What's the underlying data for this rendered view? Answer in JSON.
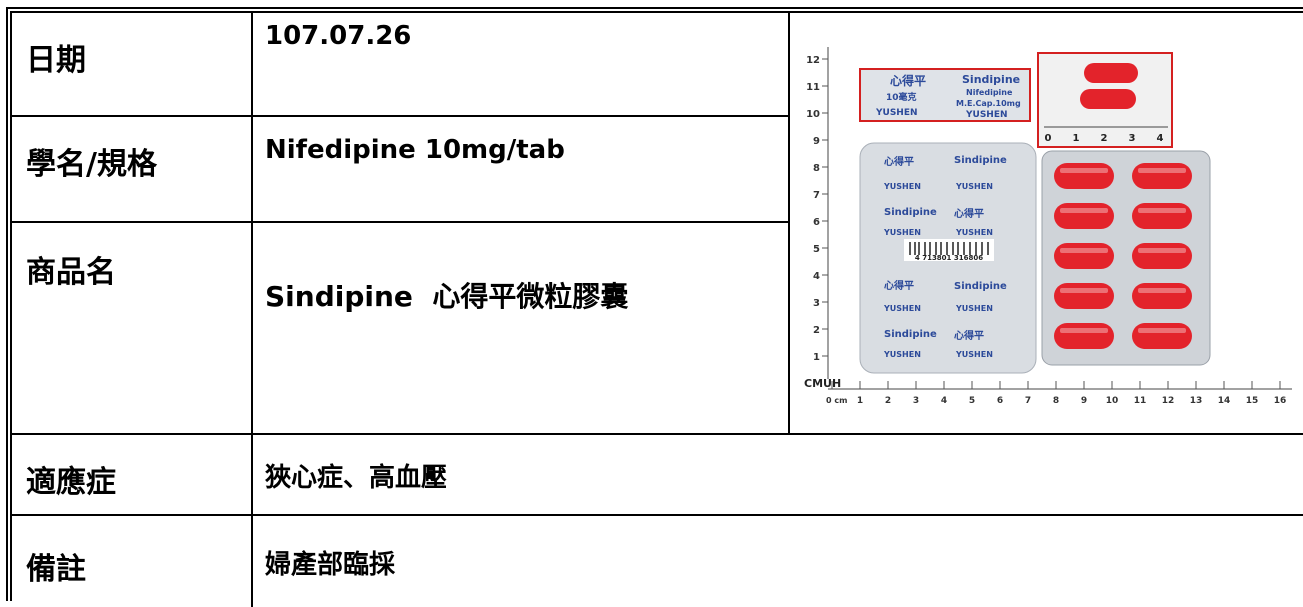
{
  "rows": {
    "date": {
      "label": "日期",
      "value": "107.07.26"
    },
    "generic": {
      "label": "學名/規格",
      "value": "Nifedipine 10mg/tab"
    },
    "product": {
      "label": "商品名",
      "value": "Sindipine  心得平微粒膠囊"
    },
    "indication": {
      "label": "適應症",
      "value": "狹心症、高血壓"
    },
    "remarks": {
      "label": "備註",
      "value": "婦產部臨採"
    }
  },
  "photo": {
    "ruler_brand": "CMUH",
    "ruler_unit": "0 cm",
    "foil_brand": "Sindipine",
    "foil_cn_name": "心得平",
    "foil_generic": "Nifedipine",
    "foil_strength": "10毫克",
    "foil_form": "M.E.Cap.10mg",
    "foil_maker": "YUSHEN",
    "barcode_digits": "4 713801 316806",
    "colors": {
      "capsule": "#e3232b",
      "highlight_box": "#d42020",
      "foil": "#d9dde2",
      "foil_text": "#2c4a9a"
    }
  }
}
